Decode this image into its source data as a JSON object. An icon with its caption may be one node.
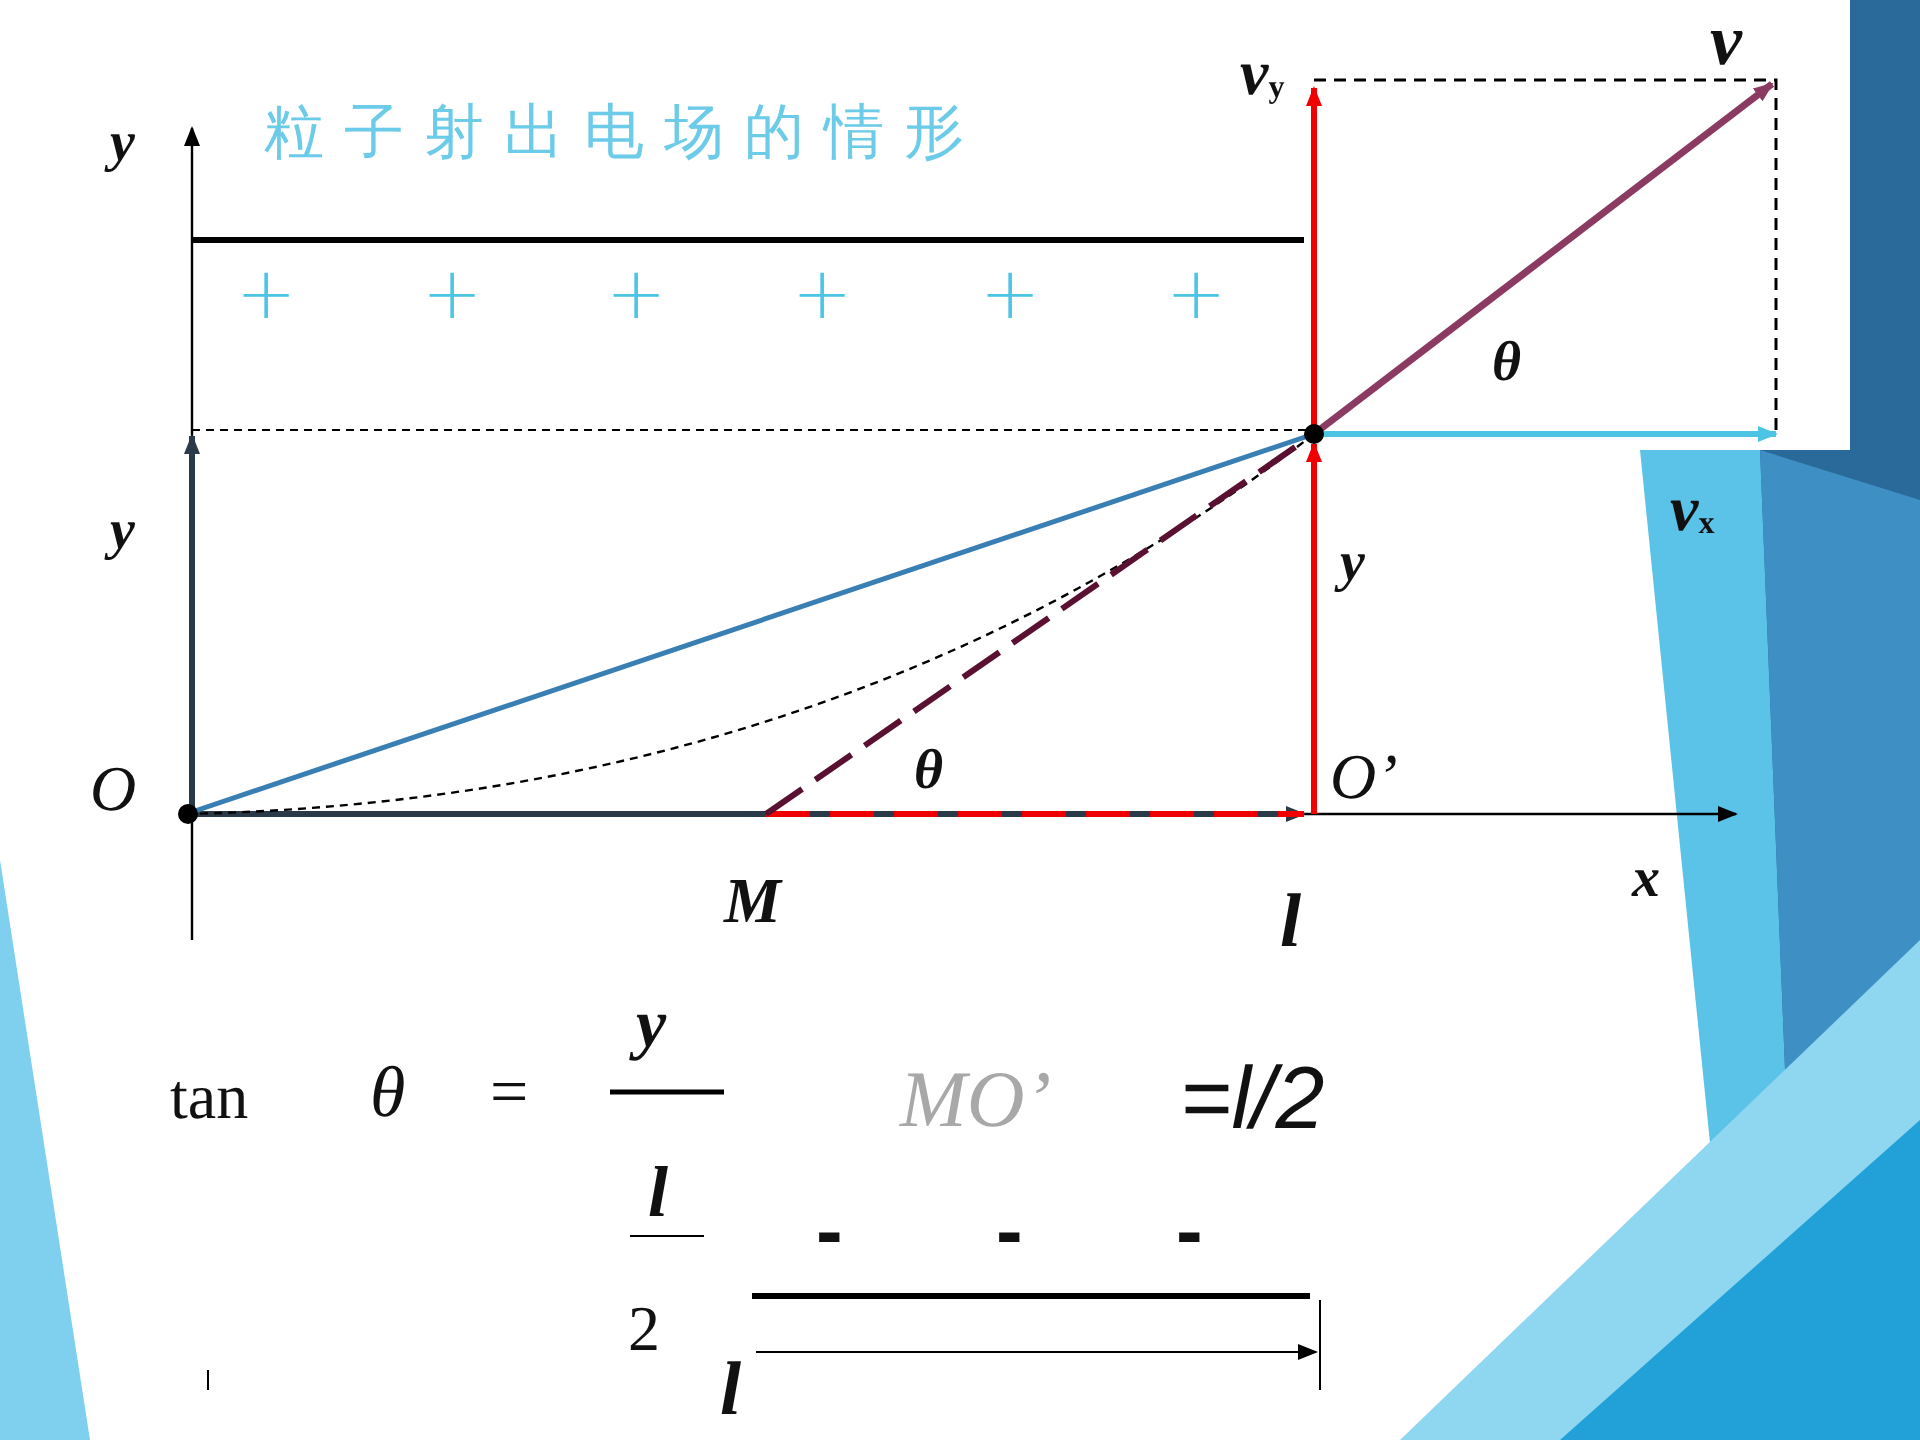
{
  "diagram": {
    "title": "粒子射出电场的情形",
    "labels": [
      "v$_{y}$",
      "v",
      "y",
      "+",
      "+",
      "+",
      "+",
      "+",
      "+",
      "θ",
      "v$_{x}$",
      "y",
      "y",
      "O",
      "θ",
      "O’",
      "M",
      "x",
      "l",
      "tan",
      "θ",
      "=",
      "y",
      "l",
      "2",
      "MO’",
      "=l/2",
      "-",
      "-",
      "-",
      "l"
    ]
  }
}
